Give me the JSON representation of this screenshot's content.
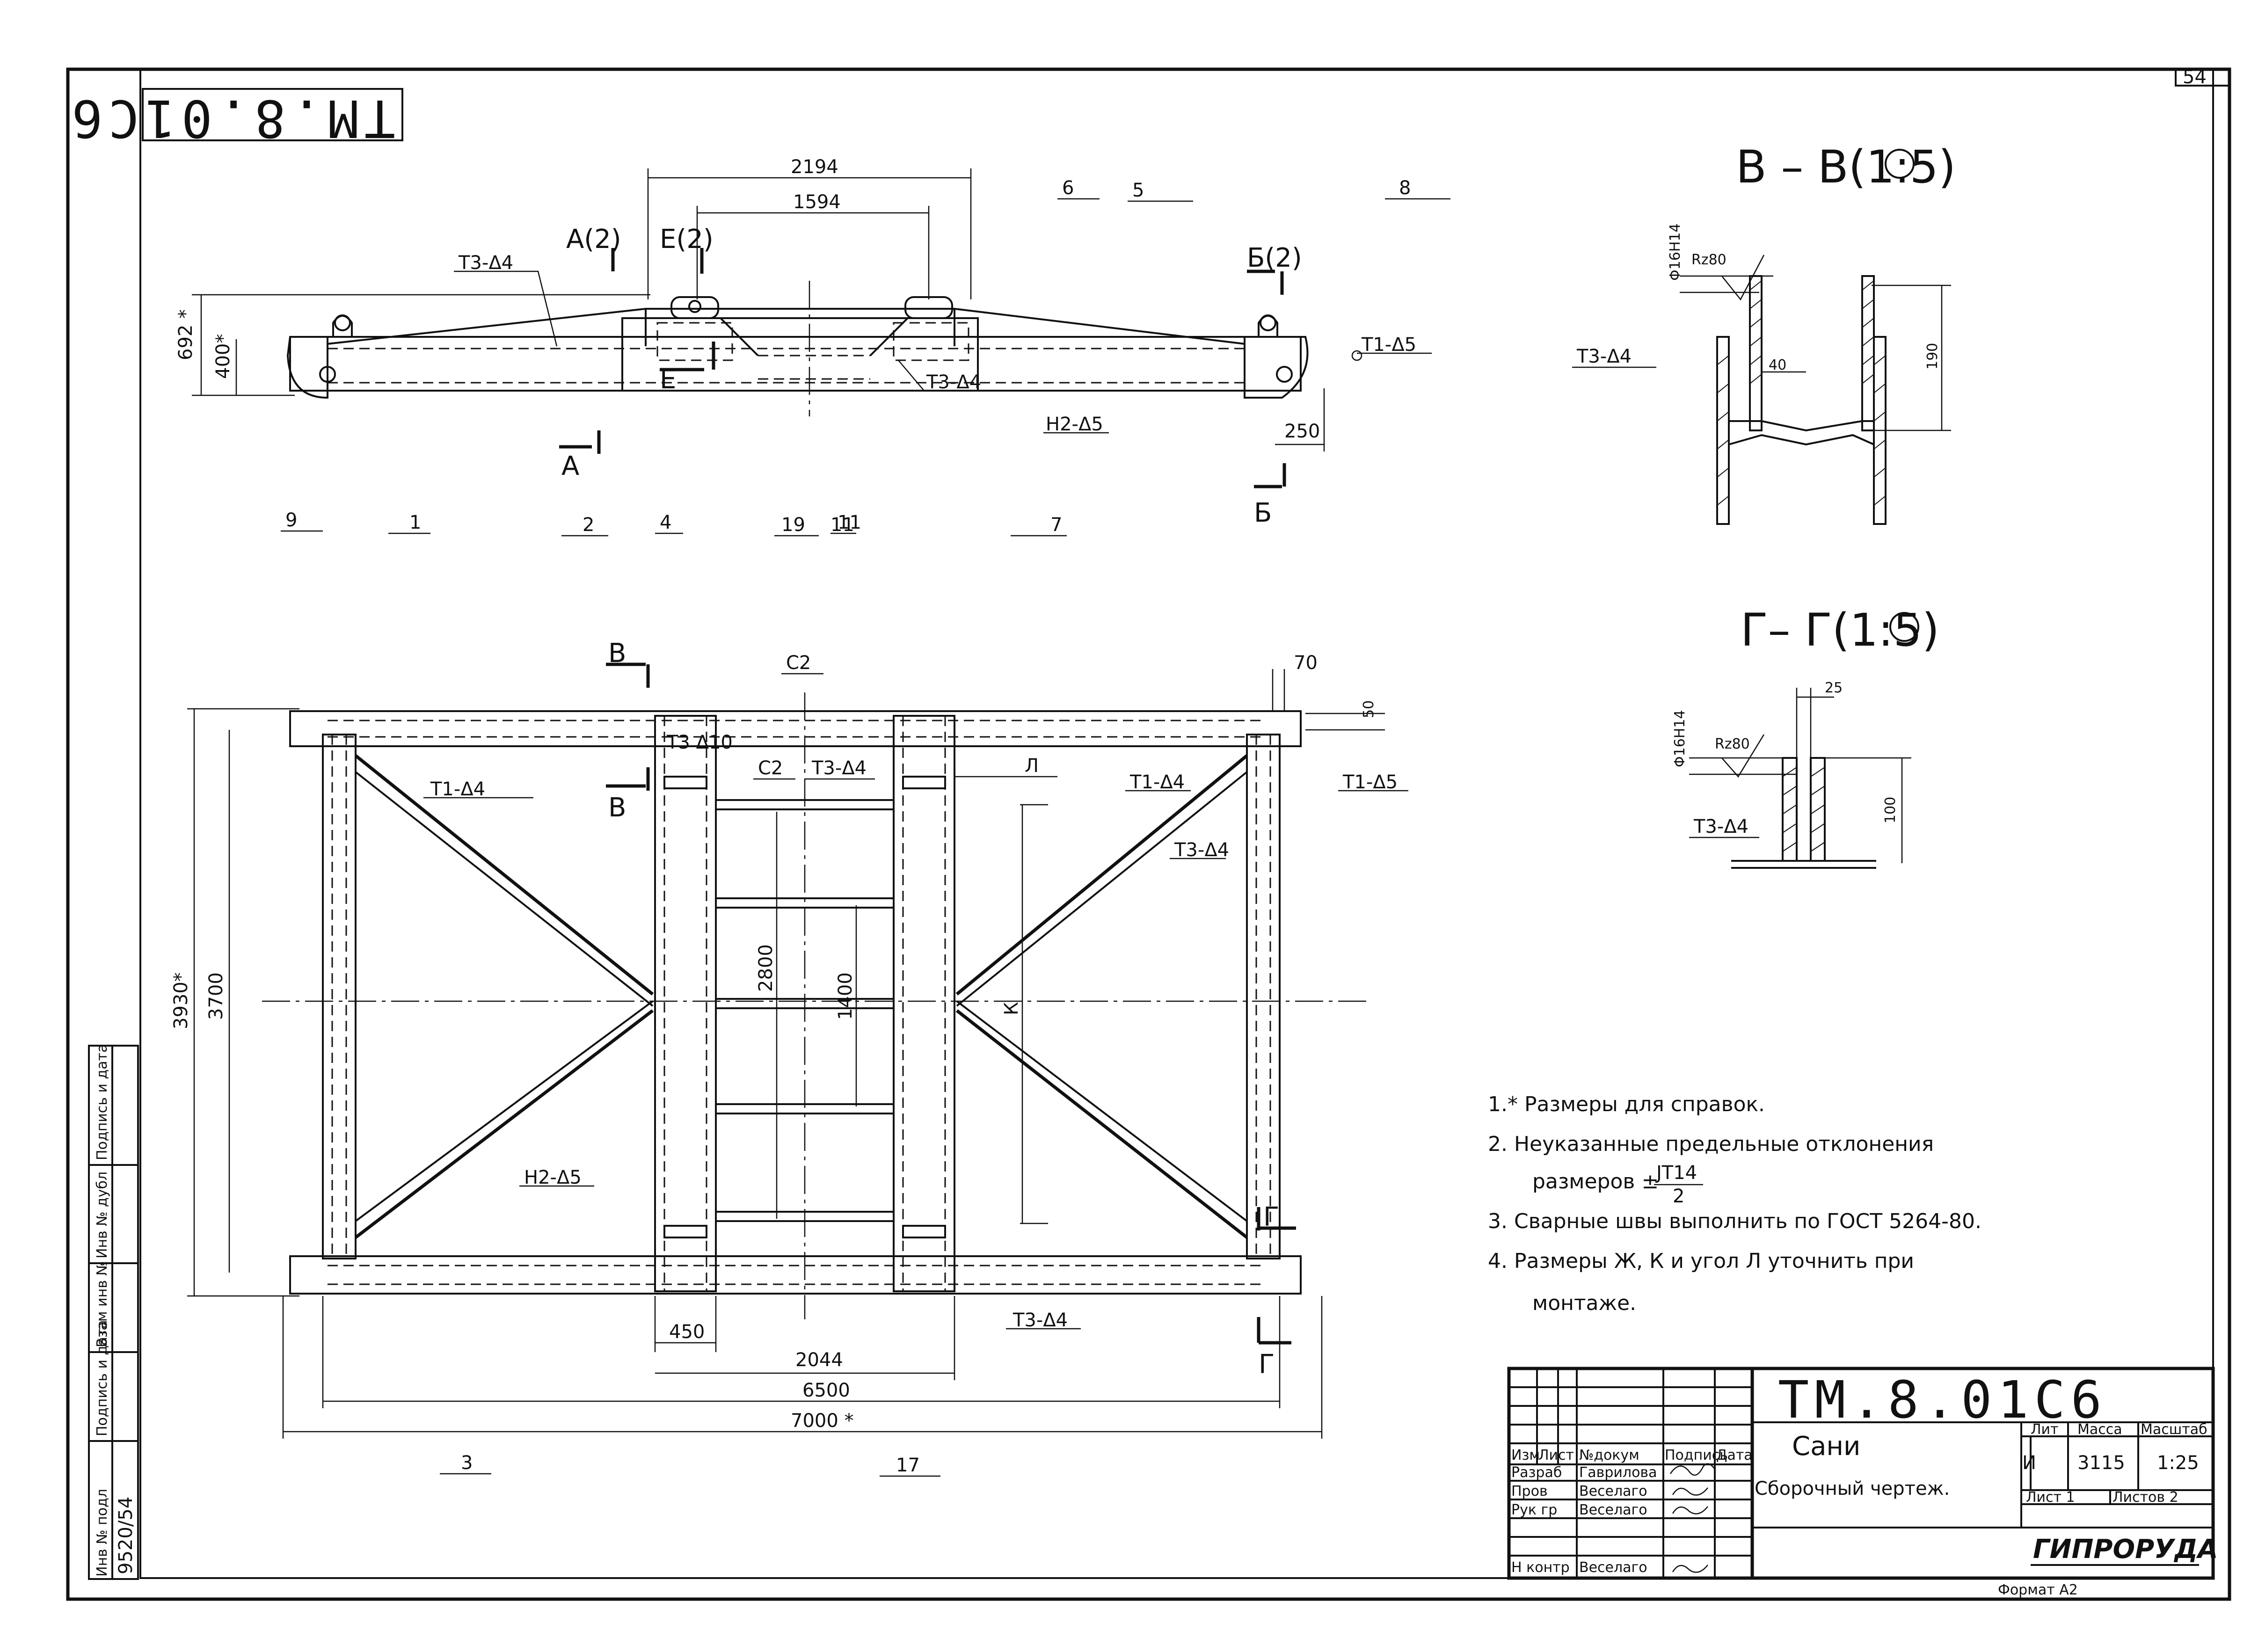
{
  "sheet": {
    "page_number": "54",
    "code_rotated": "ТМ.8.01С6",
    "format": "Формат А2"
  },
  "side_view": {
    "dims": {
      "d2194": "2194",
      "d1594": "1594",
      "d692": "692 *",
      "d400": "400*",
      "d250": "250"
    },
    "section_marks": {
      "a_top": "А(2)",
      "a_bot": "А",
      "e_top": "Е(2)",
      "e_bot": "Е",
      "b_top": "Б(2)",
      "b_bot": "Б"
    },
    "welds": {
      "w1": "Т3-Δ4",
      "w2": "Т3-Δ4",
      "w3": "Н2-Δ5",
      "w4": "Т1-Δ5"
    },
    "positions": {
      "p1": "1",
      "p4": "4",
      "p5": "5",
      "p6": "6",
      "p8": "8",
      "p9": "9",
      "p11": "11"
    }
  },
  "plan_view": {
    "dims": {
      "d3930": "3930*",
      "d3700": "3700",
      "d2800": "2800",
      "d1400": "1400",
      "d450": "450",
      "d2044": "2044",
      "d6500": "6500",
      "d7000": "7000 *",
      "d70": "70",
      "d50": "50"
    },
    "section_marks": {
      "v_top": "В",
      "v_bot": "В",
      "g_top": "Г",
      "g_bot": "Г"
    },
    "welds": {
      "w1": "Т1-Δ4",
      "w2": "Т3 Δ10",
      "w3": "Т3-Δ4",
      "w4": "Т1-Δ4",
      "w5": "Т1-Δ5",
      "w6": "Т3-Δ4",
      "w7": "Н2-Δ5",
      "w8": "Т3-Δ4",
      "c2a": "С2",
      "c2b": "С2"
    },
    "labels": {
      "l": "Л",
      "k": "К"
    },
    "positions": {
      "p2": "2",
      "p3": "3",
      "p7": "7",
      "p17": "17",
      "p19": "19",
      "p11": "11"
    }
  },
  "section_vv": {
    "title": "В – В(1:5)",
    "dims": {
      "d16": "Φ16Н14",
      "rz": "Rz80",
      "d40": "40",
      "d190": "190"
    },
    "weld": "Т3-Δ4"
  },
  "section_gg": {
    "title": "Г– Г(1:5)",
    "dims": {
      "d16": "Φ16Н14",
      "rz": "Rz80",
      "d25": "25",
      "d100": "100"
    },
    "weld": "Т3-Δ4"
  },
  "notes": [
    "1.* Размеры для справок.",
    "2. Неуказанные предельные отклонения",
    "размеров ±",
    "JT14",
    "2",
    "3. Сварные швы выполнить по ГОСТ 5264-80.",
    "4. Размеры Ж, К и угол Л уточнить при",
    "монтаже."
  ],
  "title_block": {
    "code": "ТМ.8.01С6",
    "name": "Сани",
    "doc_type": "Сборочный чертеж.",
    "headers": {
      "izm": "Изм",
      "list": "Лист",
      "doc": "№докум",
      "sign": "Подпись",
      "date": "Дата"
    },
    "roles": [
      {
        "role": "Разраб",
        "name": "Гаврилова"
      },
      {
        "role": "Пров",
        "name": "Веселаго"
      },
      {
        "role": "Рук гр",
        "name": "Веселаго"
      },
      {
        "role": "Н контр",
        "name": "Веселаго"
      }
    ],
    "lit_label": "Лит",
    "mass_label": "Масса",
    "scale_label": "Масштаб",
    "lit": "И",
    "mass": "3115",
    "scale": "1:25",
    "sheet_label": "Лист 1",
    "sheets_label": "Листов 2",
    "org": "ГИПРОРУДА"
  },
  "side_stamp": {
    "cells": [
      "Инв № подл",
      "Подпись и дата",
      "Взам инв №",
      "Инв № дубл",
      "Подпись и дата"
    ],
    "inv_value": "9520/54"
  }
}
